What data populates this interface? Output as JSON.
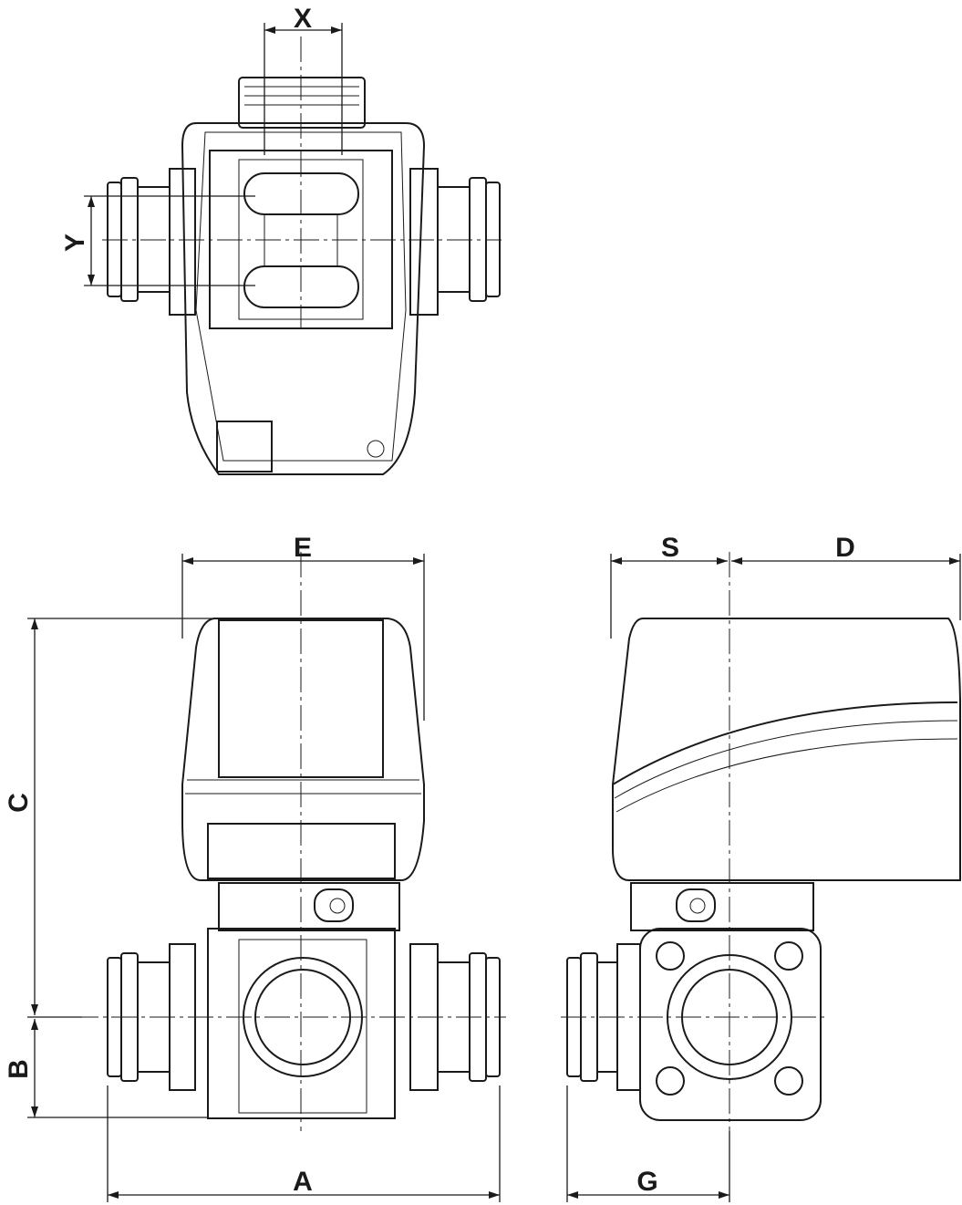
{
  "dimensions": {
    "x": "X",
    "y": "Y",
    "e": "E",
    "s": "S",
    "d": "D",
    "c": "C",
    "b": "B",
    "a": "A",
    "g": "G"
  },
  "colors": {
    "line": "#1a1a1a",
    "background": "#ffffff"
  }
}
